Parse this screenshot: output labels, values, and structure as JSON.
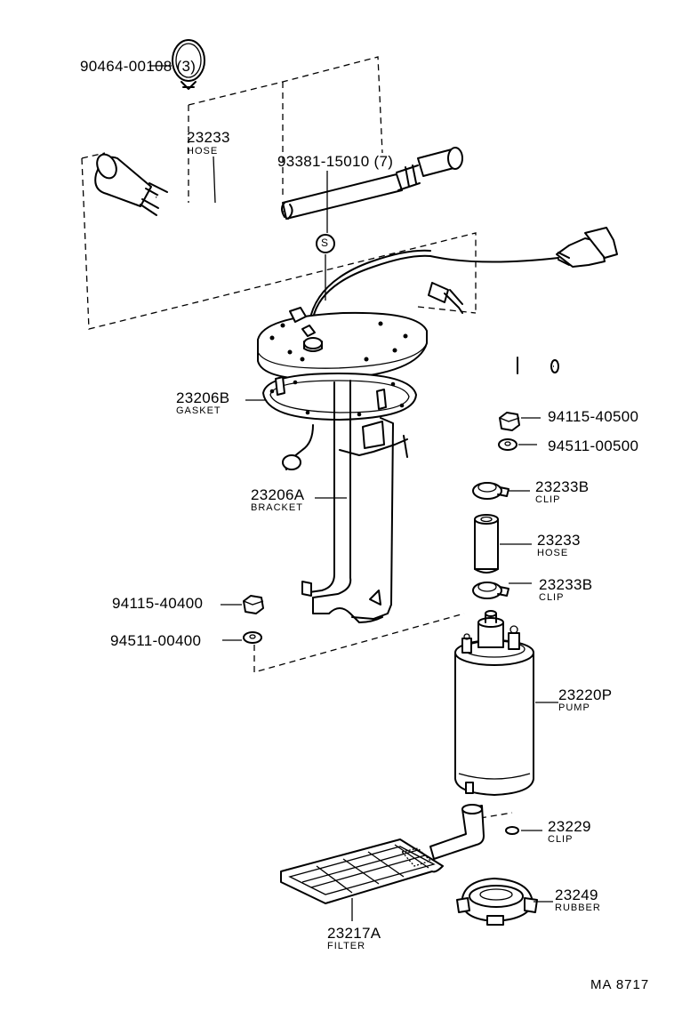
{
  "labels": {
    "p90464": "90464-00108 (3)",
    "p23233_top": "23233",
    "n23233_top": "HOSE",
    "p93381": "93381-15010 (7)",
    "s_mark": "S",
    "p23206b": "23206B",
    "n23206b": "GASKET",
    "p23206a": "23206A",
    "n23206a": "BRACKET",
    "p94115_40500": "94115-40500",
    "p94511_00500": "94511-00500",
    "p23233b_1": "23233B",
    "n23233b_1": "CLIP",
    "p23233_mid": "23233",
    "n23233_mid": "HOSE",
    "p23233b_2": "23233B",
    "n23233b_2": "CLIP",
    "p94115_40400": "94115-40400",
    "p94511_00400": "94511-00400",
    "p23220p": "23220P",
    "n23220p": "PUMP",
    "p23229": "23229",
    "n23229": "CLIP",
    "p23249": "23249",
    "n23249": "RUBBER",
    "p23217a": "23217A",
    "n23217a": "FILTER",
    "diagram_code": "MA  8717"
  }
}
